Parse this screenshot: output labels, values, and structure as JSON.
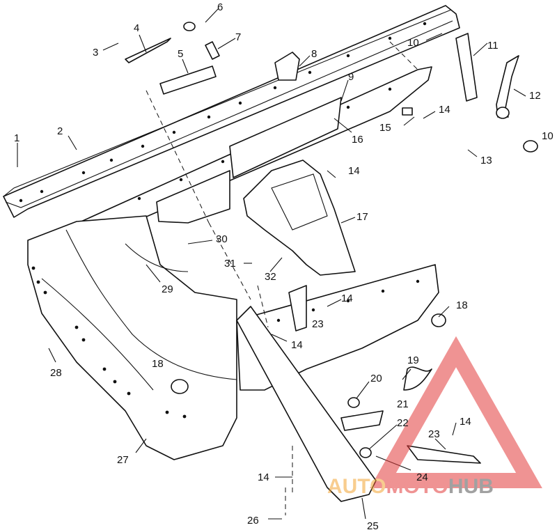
{
  "diagram": {
    "callouts": [
      {
        "id": "c1",
        "label": "1"
      },
      {
        "id": "c2",
        "label": "2"
      },
      {
        "id": "c3",
        "label": "3"
      },
      {
        "id": "c4",
        "label": "4"
      },
      {
        "id": "c5",
        "label": "5"
      },
      {
        "id": "c6",
        "label": "6"
      },
      {
        "id": "c7",
        "label": "7"
      },
      {
        "id": "c8",
        "label": "8"
      },
      {
        "id": "c9",
        "label": "9"
      },
      {
        "id": "c10a",
        "label": "10"
      },
      {
        "id": "c10b",
        "label": "10"
      },
      {
        "id": "c11",
        "label": "11"
      },
      {
        "id": "c12",
        "label": "12"
      },
      {
        "id": "c13",
        "label": "13"
      },
      {
        "id": "c14a",
        "label": "14"
      },
      {
        "id": "c14b",
        "label": "14"
      },
      {
        "id": "c14c",
        "label": "14"
      },
      {
        "id": "c14d",
        "label": "14"
      },
      {
        "id": "c14e",
        "label": "14"
      },
      {
        "id": "c14f",
        "label": "14"
      },
      {
        "id": "c15",
        "label": "15"
      },
      {
        "id": "c16",
        "label": "16"
      },
      {
        "id": "c17",
        "label": "17"
      },
      {
        "id": "c18a",
        "label": "18"
      },
      {
        "id": "c18b",
        "label": "18"
      },
      {
        "id": "c19",
        "label": "19"
      },
      {
        "id": "c20",
        "label": "20"
      },
      {
        "id": "c21",
        "label": "21"
      },
      {
        "id": "c22",
        "label": "22"
      },
      {
        "id": "c23a",
        "label": "23"
      },
      {
        "id": "c23b",
        "label": "23"
      },
      {
        "id": "c24",
        "label": "24"
      },
      {
        "id": "c25",
        "label": "25"
      },
      {
        "id": "c26",
        "label": "26"
      },
      {
        "id": "c27",
        "label": "27"
      },
      {
        "id": "c28",
        "label": "28"
      },
      {
        "id": "c29",
        "label": "29"
      },
      {
        "id": "c30",
        "label": "30"
      },
      {
        "id": "c31",
        "label": "31"
      },
      {
        "id": "c32",
        "label": "32"
      }
    ]
  },
  "watermark": {
    "part1": "AUTO",
    "part2": "MOTO",
    "part3": "HUB",
    "color_red": "#e23b3b",
    "color_orange": "#f3a534",
    "color_gray": "#555555"
  }
}
